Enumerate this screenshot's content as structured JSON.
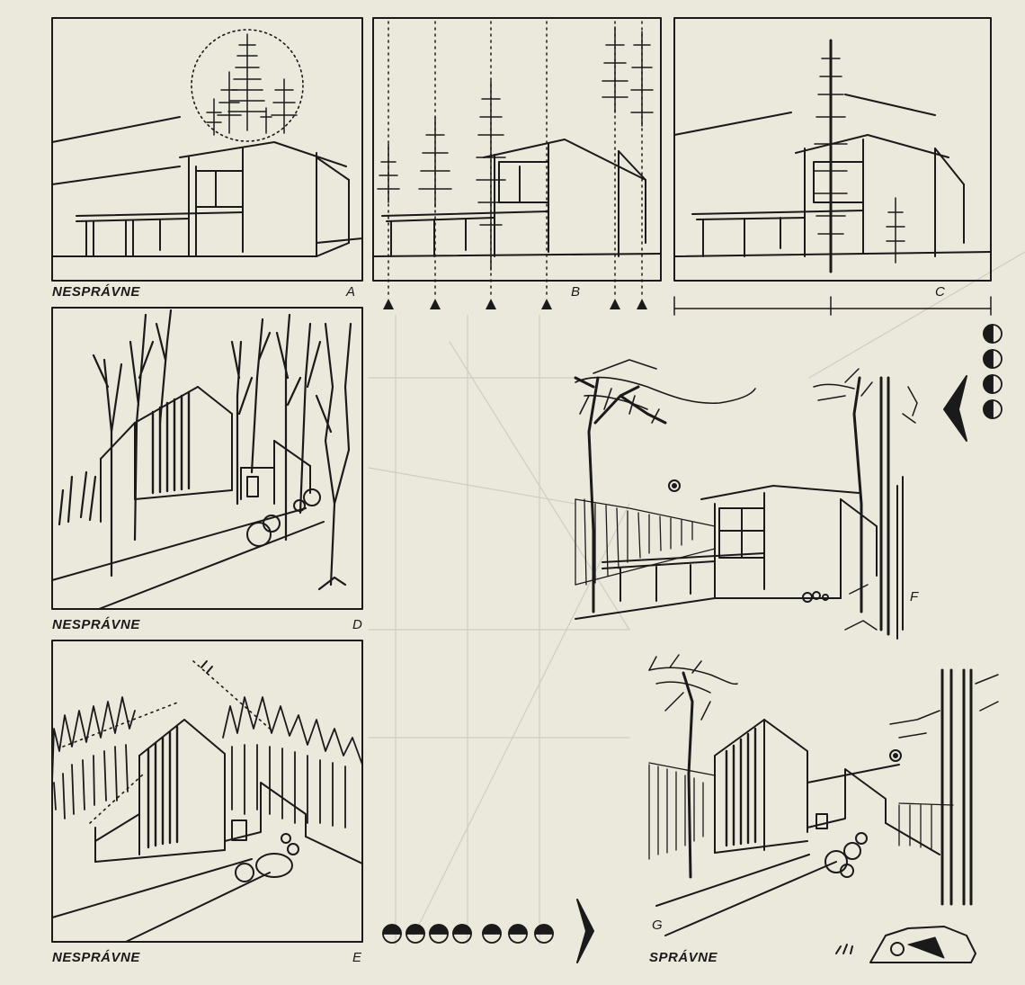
{
  "labels": {
    "wrong": "NESPRÁVNE",
    "right": "SPRÁVNE"
  },
  "panels": {
    "a": "A",
    "b": "B",
    "c": "C",
    "d": "D",
    "e": "E",
    "f": "F",
    "g": "G"
  },
  "colors": {
    "paper": "#ebe8dc",
    "ink": "#1a1a1a",
    "faint": "#c9c8c0"
  },
  "icons": {
    "bottom_row": "half-filled-circles-and-right-chevron",
    "right_column": "half-filled-circles-and-left-chevron"
  }
}
